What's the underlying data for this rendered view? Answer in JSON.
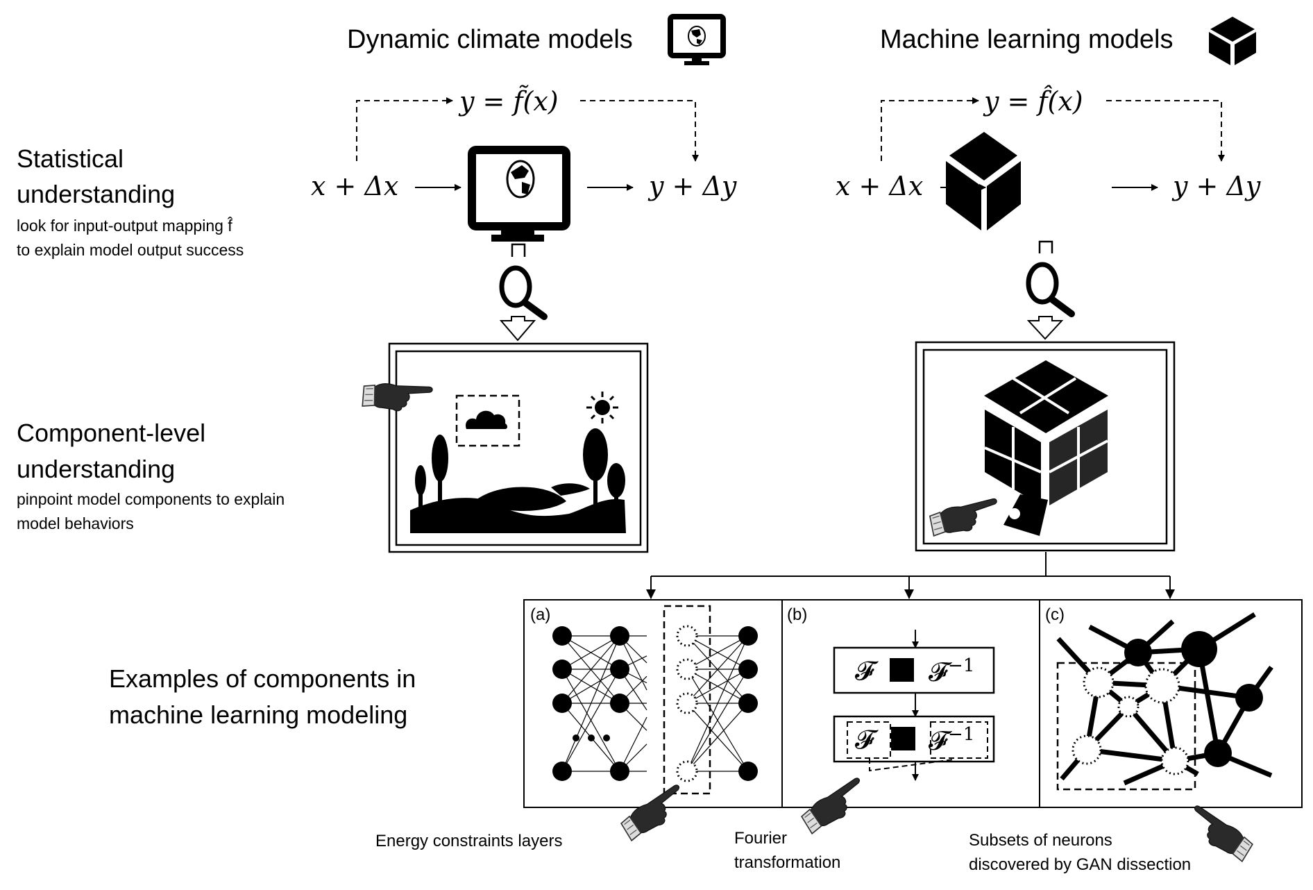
{
  "columns": {
    "climate": {
      "title": "Dynamic climate models",
      "title_icon": "monitor-globe-icon",
      "equation": "y = f̃(x)",
      "input": "x + Δx",
      "output": "y + Δy"
    },
    "ml": {
      "title": "Machine learning models",
      "title_icon": "black-box-cube-icon",
      "equation": "y = f̂(x)",
      "input": "x + Δx",
      "output": "y + Δy"
    }
  },
  "rows": {
    "statistical": {
      "heading_line1": "Statistical",
      "heading_line2": "understanding",
      "description_line1": "look for input-output mapping f̂",
      "description_line2": "to explain model output success"
    },
    "component": {
      "heading_line1": "Component-level",
      "heading_line2": "understanding",
      "description_line1": "pinpoint model components to explain",
      "description_line2": "model behaviors"
    },
    "examples": {
      "heading_line1": "Examples of components in",
      "heading_line2": "machine learning modeling"
    }
  },
  "panels": [
    {
      "label": "(a)",
      "caption_line1": "Energy constraints layers",
      "caption_line2": ""
    },
    {
      "label": "(b)",
      "caption_line1": "Fourier",
      "caption_line2": "transformation",
      "op_forward": "𝓕",
      "op_inverse": "𝓕",
      "op_inverse_exp": "−1"
    },
    {
      "label": "(c)",
      "caption_line1": "Subsets of neurons",
      "caption_line2": "discovered by GAN dissection"
    }
  ],
  "icons": {
    "inspect": "magnifier-icon",
    "pointer": "pointing-hand-icon",
    "landscape": "landscape-icon",
    "puzzle": "puzzle-cube-icon"
  }
}
